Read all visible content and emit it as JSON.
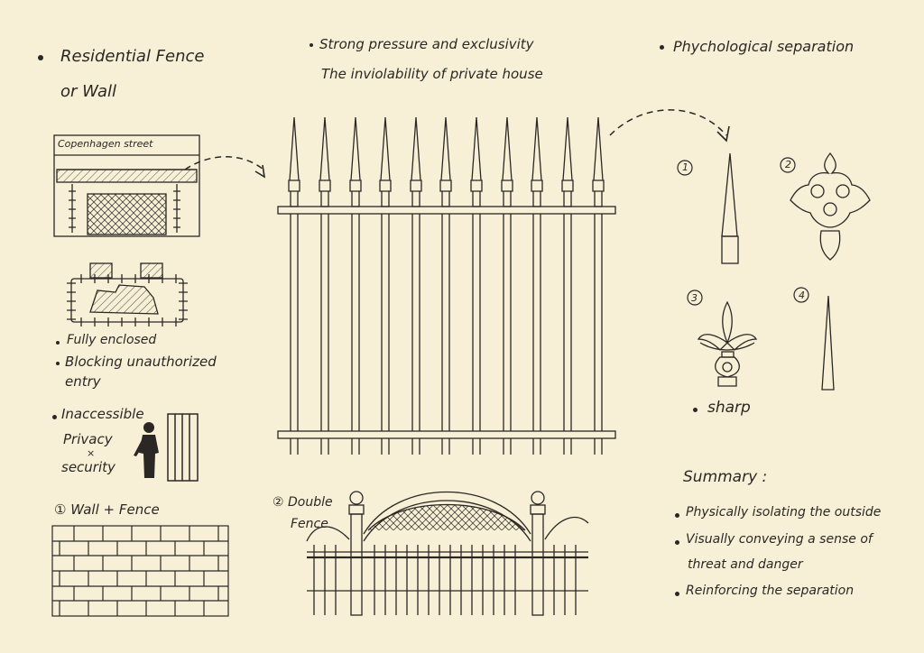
{
  "texts": {
    "residential_line1": "Residential Fence",
    "residential_line2": "or Wall",
    "copenhagen": "Copenhagen street",
    "fully_enclosed": "Fully enclosed",
    "blocking_line1": "Blocking unauthorized",
    "blocking_line2": "entry",
    "inaccessible": "Inaccessible",
    "privacy": "Privacy",
    "cross": "×",
    "security": "security",
    "wall_fence": "① Wall + Fence",
    "double_line1": "② Double",
    "double_line2": "Fence",
    "strong_line1": "Strong pressure and exclusivity",
    "strong_line2": "The inviolability of private house",
    "psych": "Phychological separation",
    "num1": "1",
    "num2": "2",
    "num3": "3",
    "num4": "4",
    "sharp": "sharp",
    "summary_title": "Summary :",
    "summary_items": [
      "Physically isolating the outside",
      "Visually conveying a sense of",
      "threat and danger",
      "Reinforcing the separation"
    ]
  },
  "colors": {
    "paper": "#f7f0d6",
    "ink": "#2b2725"
  }
}
